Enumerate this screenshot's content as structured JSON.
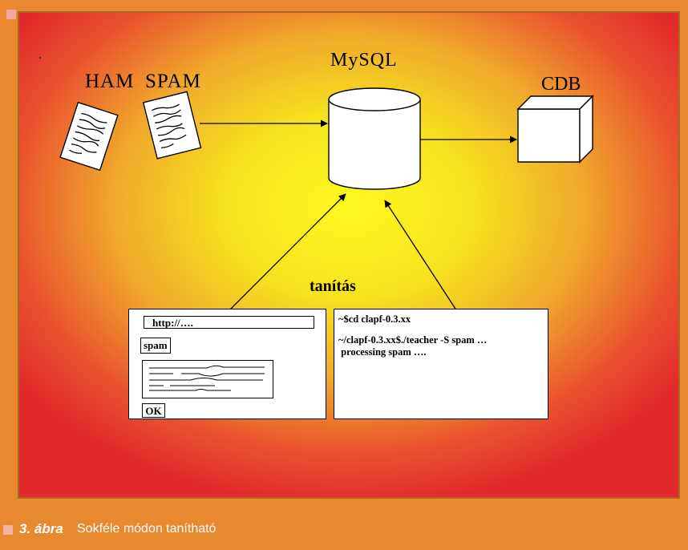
{
  "labels": {
    "ham": "HAM",
    "spam": "SPAM",
    "mysql": "MySQL",
    "cdb": "CDB",
    "training": "tanítás"
  },
  "web_form": {
    "url_value": "http://….",
    "spam_button": "spam",
    "ok_button": "OK"
  },
  "terminal": {
    "lines": [
      "~$cd clapf-0.3.xx",
      "~/clapf-0.3.xx$./teacher -S spam …",
      " processing spam …."
    ]
  },
  "caption": {
    "number": "3. ábra",
    "text": "Sokféle módon tanítható"
  },
  "colors": {
    "page_background": "#e8892f",
    "gradient_center": "#fff820",
    "gradient_edge": "#e22a2c",
    "caption_square": "#f6b3a9"
  }
}
